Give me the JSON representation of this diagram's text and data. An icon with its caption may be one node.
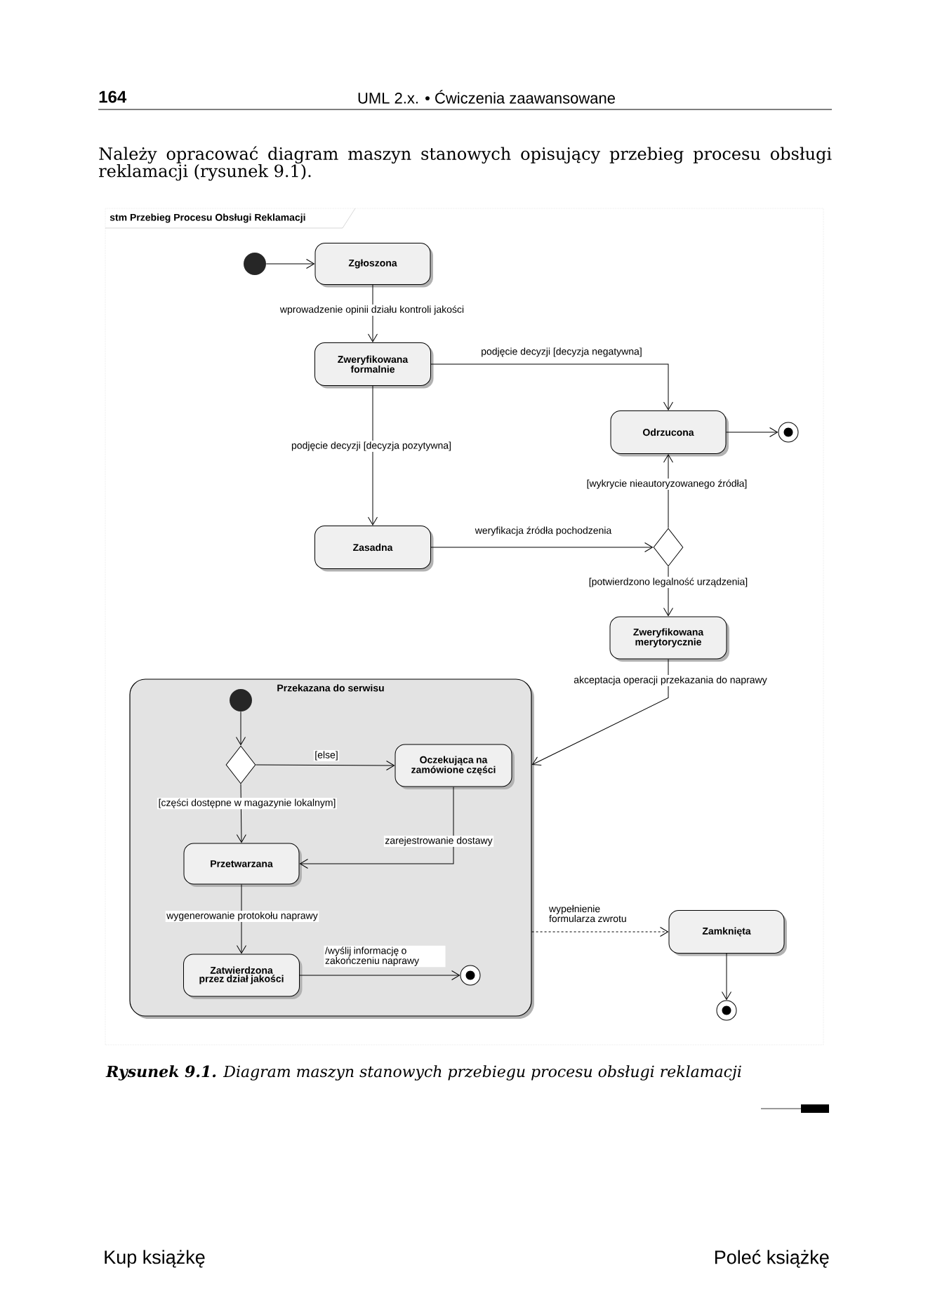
{
  "diagram": {
    "caption": "**Rysunek 9.1.** Diagram maszyn stanowych przebiegu procesu obsługi reklamacji",
    "nodes": [
      {
        "text": [
          "stm Przebieg Procesu Obsługi Reklamacji"
        ]
      },
      {
        "text": [],
        "shape": "circle",
        "in": 0
      },
      {
        "text": [
          "Zgłoszona"
        ],
        "in": 0
      },
      {
        "text": [
          "Zweryfikowana formalnie"
        ],
        "in": 0
      },
      {
        "text": [
          "Odrzucona"
        ],
        "in": 0
      },
      {
        "text": [],
        "shape": "bullseye",
        "in": 0
      },
      {
        "text": [
          "Zasadna"
        ],
        "in": 0
      },
      {
        "text": [],
        "shape": "diamond",
        "in": 0
      },
      {
        "text": [
          "Zweryfikowana merytorycznie"
        ],
        "in": 0
      },
      {
        "text": [
          "Przekazana do serwisu"
        ],
        "in": 0
      },
      {
        "text": [],
        "shape": "circle",
        "in": 9
      },
      {
        "text": [],
        "shape": "diamond",
        "in": 9
      },
      {
        "text": [
          "Oczekująca na zamówione części"
        ],
        "in": 9
      },
      {
        "text": [
          "Przetwarzana"
        ],
        "in": 9
      },
      {
        "text": [
          "Zatwierdzona przez dział jakości"
        ],
        "in": 9
      },
      {
        "text": [],
        "shape": "bullseye",
        "in": 9
      },
      {
        "text": [
          "Zamknięta"
        ],
        "in": 0
      },
      {
        "text": [],
        "shape": "bullseye",
        "in": 0
      }
    ],
    "edges": [
      {
        "from": 1,
        "to": 2,
        "arrow": "to"
      },
      {
        "from": 2,
        "to": 3,
        "arrow": "to",
        "label": "wprowadzenie opinii działu kontroli jakości"
      },
      {
        "from": 3,
        "to": 4,
        "arrow": "to",
        "label": "podjęcie decyzji [decyzja negatywna]"
      },
      {
        "from": 3,
        "to": 6,
        "arrow": "to",
        "label": "podjęcie decyzji [decyzja pozytywna]"
      },
      {
        "from": 4,
        "to": 5,
        "arrow": "to"
      },
      {
        "from": 6,
        "to": 7,
        "arrow": "to",
        "label": "weryfikacja źródła pochodzenia"
      },
      {
        "from": 7,
        "to": 4,
        "arrow": "to",
        "label": "[wykrycie nieautoryzowanego źródła]"
      },
      {
        "from": 7,
        "to": 8,
        "arrow": "to",
        "label": "[potwierdzono legalność urządzenia]"
      },
      {
        "from": 8,
        "to": 9,
        "arrow": "to",
        "label": "akceptacja operacji przekazania do naprawy"
      },
      {
        "from": 10,
        "to": 11,
        "arrow": "to"
      },
      {
        "from": 11,
        "to": 12,
        "arrow": "to",
        "label": "[else]"
      },
      {
        "from": 11,
        "to": 13,
        "arrow": "to",
        "label": "[części dostępne w magazynie lokalnym]"
      },
      {
        "from": 12,
        "to": 13,
        "arrow": "to",
        "label": "zarejestrowanie dostawy"
      },
      {
        "from": 13,
        "to": 14,
        "arrow": "to",
        "label": "wygenerowanie protokołu naprawy"
      },
      {
        "from": 14,
        "to": 15,
        "arrow": "to",
        "label": "/wyślij informację o zakończeniu naprawy"
      },
      {
        "from": 9,
        "to": 16,
        "arrow": "to",
        "label": "wypełnienie formularza zwrotu",
        "style": "dashed"
      },
      {
        "from": 16,
        "to": 17,
        "arrow": "to"
      }
    ],
    "labels": [
      "164",
      "UML 2.x. • Ćwiczenia zaawansowane",
      "Należy opracować diagram maszyn stanowych opisujący przebieg procesu obsługi reklamacji (rysunek 9.1).",
      "Kup książkę",
      "Poleć książkę"
    ]
  }
}
